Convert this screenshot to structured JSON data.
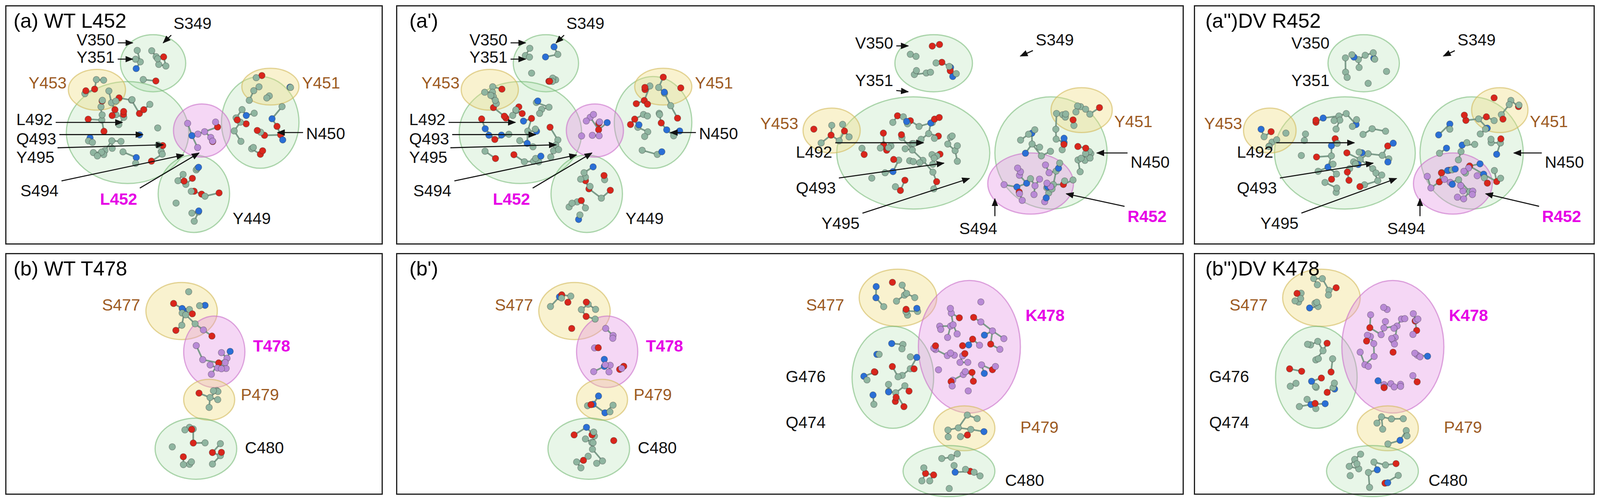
{
  "diagram": {
    "nodes": [
      {
        "text": [
          "(a) WT L452"
        ]
      },
      {
        "text": [
          "(a')"
        ]
      },
      {
        "text": [
          "(a'')DV R452"
        ]
      },
      {
        "text": [
          "(b) WT T478"
        ]
      },
      {
        "text": [
          "(b')"
        ]
      },
      {
        "text": [
          "(b'')DV K478"
        ]
      }
    ],
    "labels": [
      "V350",
      "Y351",
      "S349",
      "Y453",
      "Y451",
      "L492",
      "Q493",
      "Y495",
      "N450",
      "S494",
      "L452",
      "Y449",
      "V350",
      "Y351",
      "S349",
      "Y453",
      "Y451",
      "L492",
      "Q493",
      "Y495",
      "N450",
      "S494",
      "L452",
      "Y449",
      "V350",
      "S349",
      "Y351",
      "Y451",
      "Y453",
      "L492",
      "N450",
      "Q493",
      "Y495",
      "S494",
      "R452",
      "V350",
      "S349",
      "Y351",
      "Y451",
      "Y453",
      "L492",
      "N450",
      "Q493",
      "Y495",
      "S494",
      "R452",
      "S477",
      "T478",
      "P479",
      "C480",
      "S477",
      "T478",
      "P479",
      "C480",
      "S477",
      "K478",
      "G476",
      "Q474",
      "P479",
      "C480",
      "S477",
      "K478",
      "G476",
      "Q474",
      "P479",
      "C480"
    ]
  }
}
